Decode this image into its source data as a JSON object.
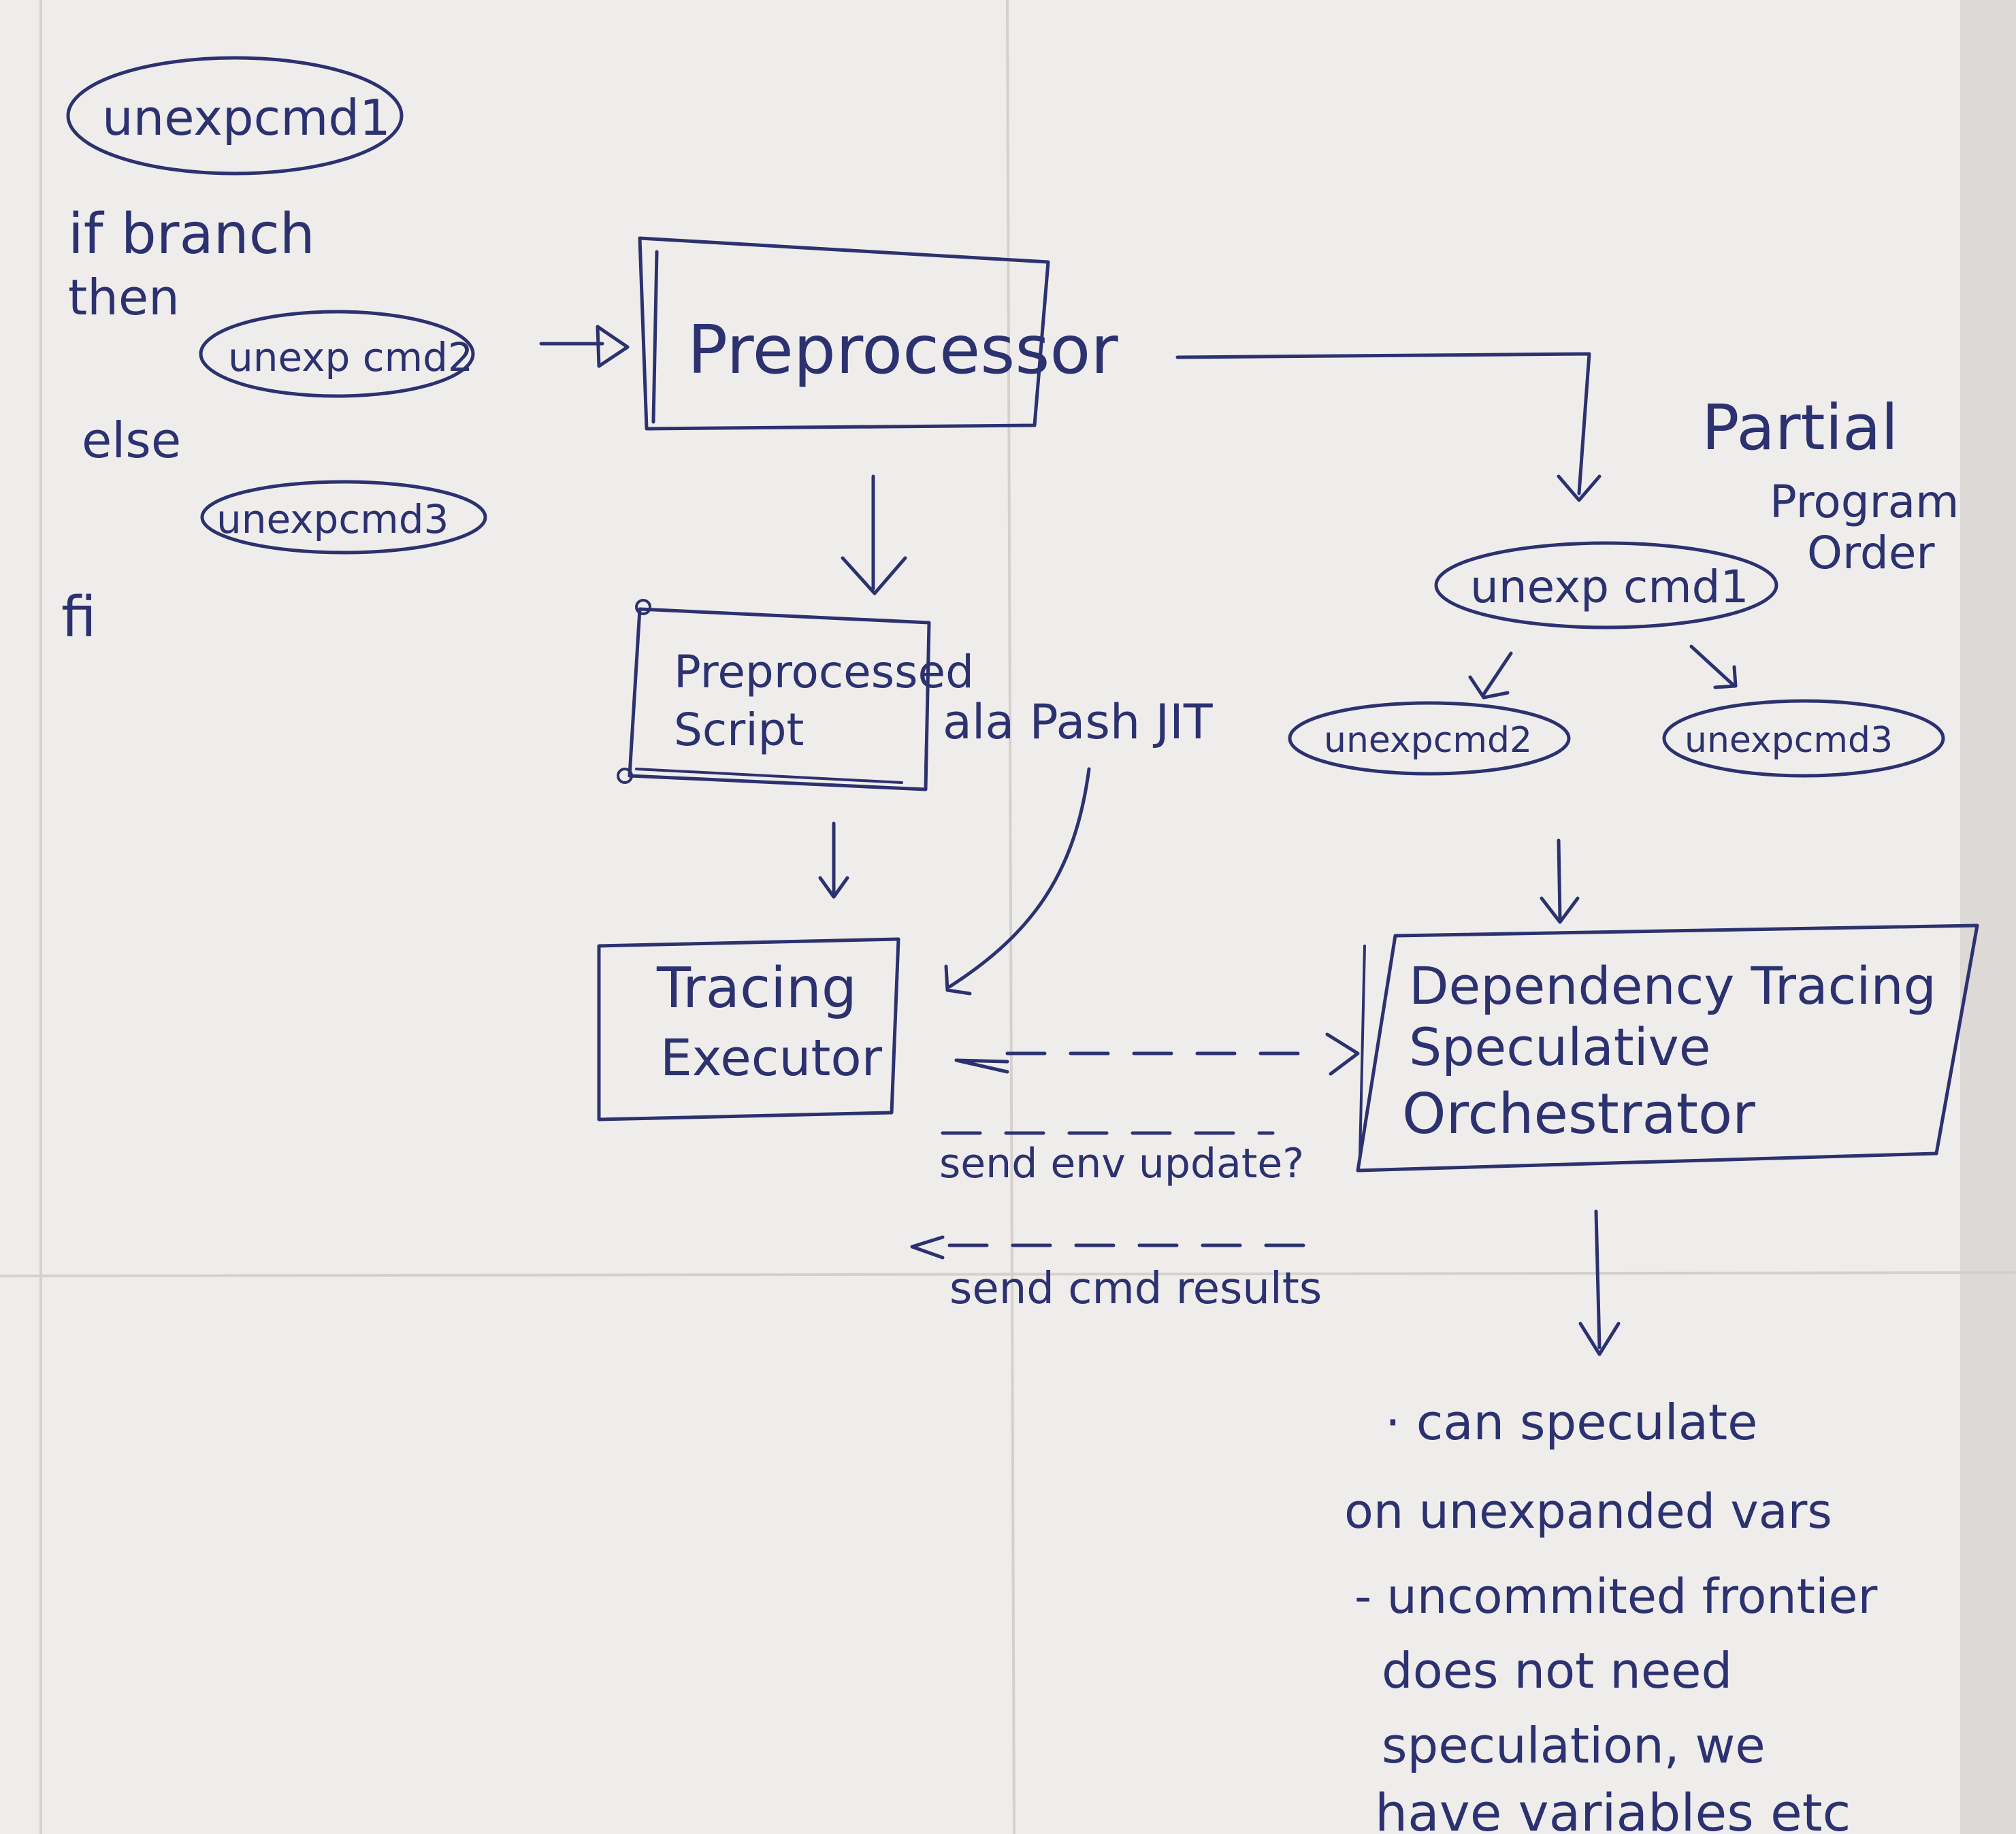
{
  "source_code": {
    "line1": "unexpcmd1",
    "if_keyword": "if branch",
    "then_keyword": "then",
    "line2": "unexp cmd2",
    "else_keyword": "else",
    "line3": "unexpcmd3",
    "fi_keyword": "fi"
  },
  "boxes": {
    "preprocessor": "Preprocessor",
    "preprocessed_script_line1": "Preprocessed",
    "preprocessed_script_line2": "Script",
    "ala_pash": "ala Pash JIT",
    "tracing_executor_line1": "Tracing",
    "tracing_executor_line2": "Executor",
    "orchestrator_line1": "Dependency Tracing",
    "orchestrator_line2": "Speculative",
    "orchestrator_line3": "Orchestrator"
  },
  "program_order": {
    "title_line1": "Partial",
    "title_line2": "Program",
    "title_line3": "Order",
    "node1": "unexp cmd1",
    "node2": "unexpcmd2",
    "node3": "unexpcmd3"
  },
  "messages": {
    "env_update": "send env update?",
    "cmd_results": "send cmd results"
  },
  "notes": {
    "line1": "· can speculate",
    "line2": "on unexpanded vars",
    "line3": "- uncommited frontier",
    "line4": "does not need",
    "line5": "speculation, we",
    "line6": "have variables etc"
  },
  "colors": {
    "ink": "#2c3170",
    "paper": "#eeeceb"
  }
}
